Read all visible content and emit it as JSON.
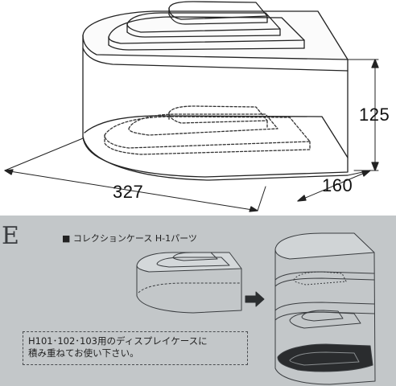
{
  "drawing": {
    "width_label": "327",
    "depth_label": "160",
    "height_label": "125"
  },
  "catalog": {
    "corner_letter": "E",
    "section_title": "■ コレクションケース H-1パーツ",
    "note_line1": "H101･102･103用のディスプレイケースに",
    "note_line2": "積み重ねてお使い下さい。"
  }
}
